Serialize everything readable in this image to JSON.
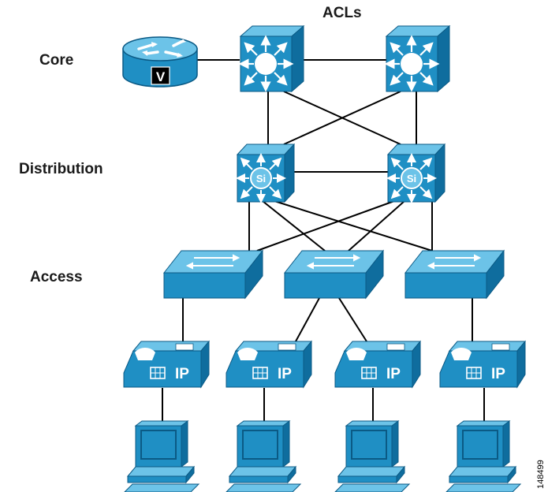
{
  "labels": {
    "acls": "ACLs",
    "core": "Core",
    "distribution": "Distribution",
    "access": "Access"
  },
  "figure_id": "148499",
  "device_text": {
    "router_badge": "V",
    "si": "Si",
    "ip": "IP"
  },
  "colors": {
    "device_front": "#1f8fc4",
    "device_top": "#6cc3e8",
    "device_side": "#0f6d9e",
    "link": "#000000",
    "text": "#1a1a1a"
  },
  "icons": {
    "router": "router-icon",
    "core_switch": "layer3-switch-icon",
    "distribution_switch": "multilayer-switch-si-icon",
    "access_switch": "workgroup-switch-icon",
    "phone": "ip-phone-icon",
    "pc": "pc-icon"
  }
}
